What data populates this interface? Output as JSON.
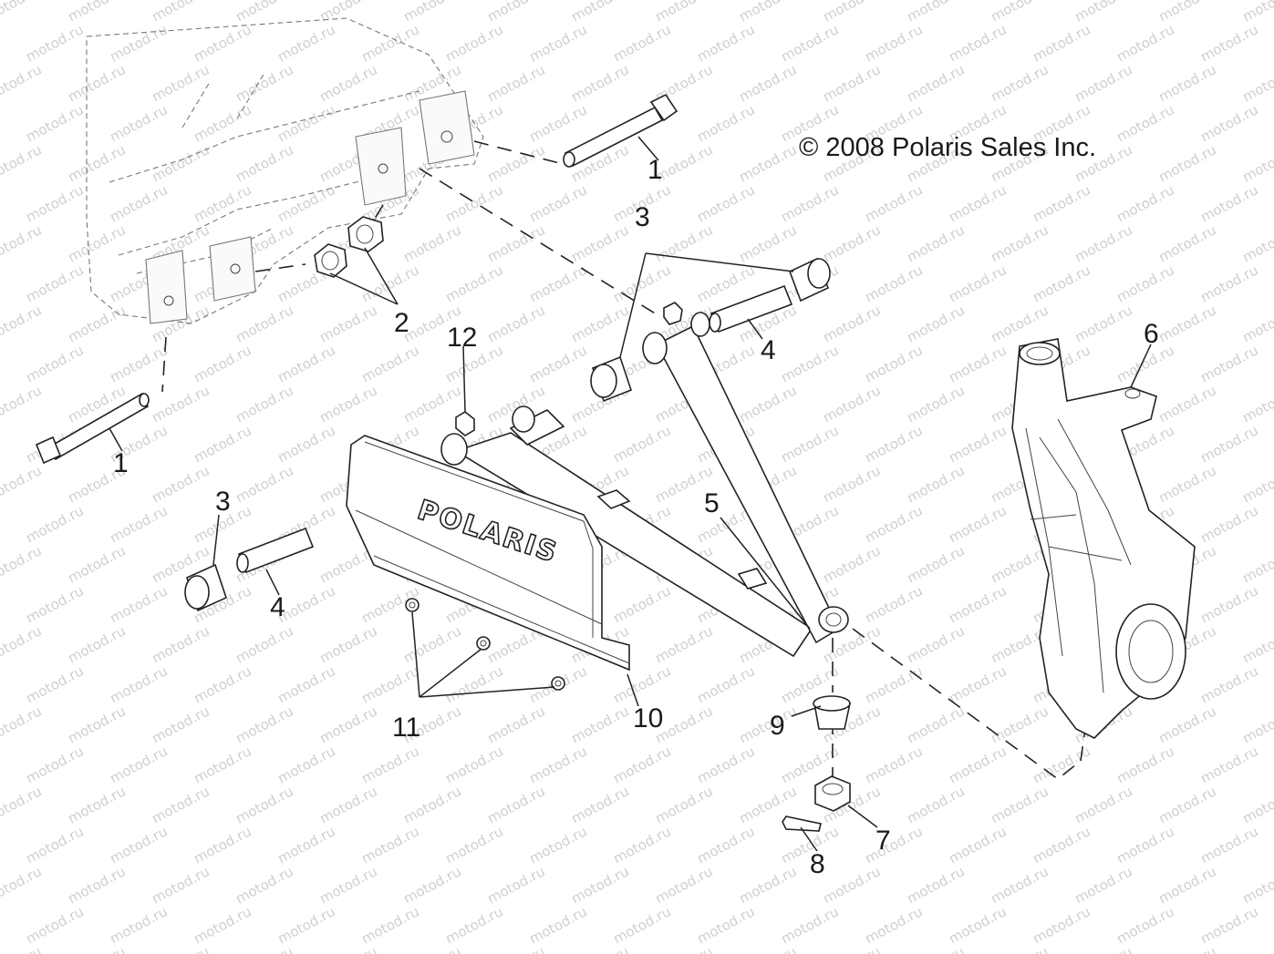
{
  "copyright": "© 2008 Polaris Sales Inc.",
  "logo_text": "POLARIS",
  "watermark": "motod.ru",
  "callouts": [
    {
      "id": "c1a",
      "label": "1"
    },
    {
      "id": "c1b",
      "label": "1"
    },
    {
      "id": "c2",
      "label": "2"
    },
    {
      "id": "c3a",
      "label": "3"
    },
    {
      "id": "c3b",
      "label": "3"
    },
    {
      "id": "c4a",
      "label": "4"
    },
    {
      "id": "c4b",
      "label": "4"
    },
    {
      "id": "c5",
      "label": "5"
    },
    {
      "id": "c6",
      "label": "6"
    },
    {
      "id": "c7",
      "label": "7"
    },
    {
      "id": "c8",
      "label": "8"
    },
    {
      "id": "c9",
      "label": "9"
    },
    {
      "id": "c10",
      "label": "10"
    },
    {
      "id": "c11",
      "label": "11"
    },
    {
      "id": "c12",
      "label": "12"
    }
  ]
}
